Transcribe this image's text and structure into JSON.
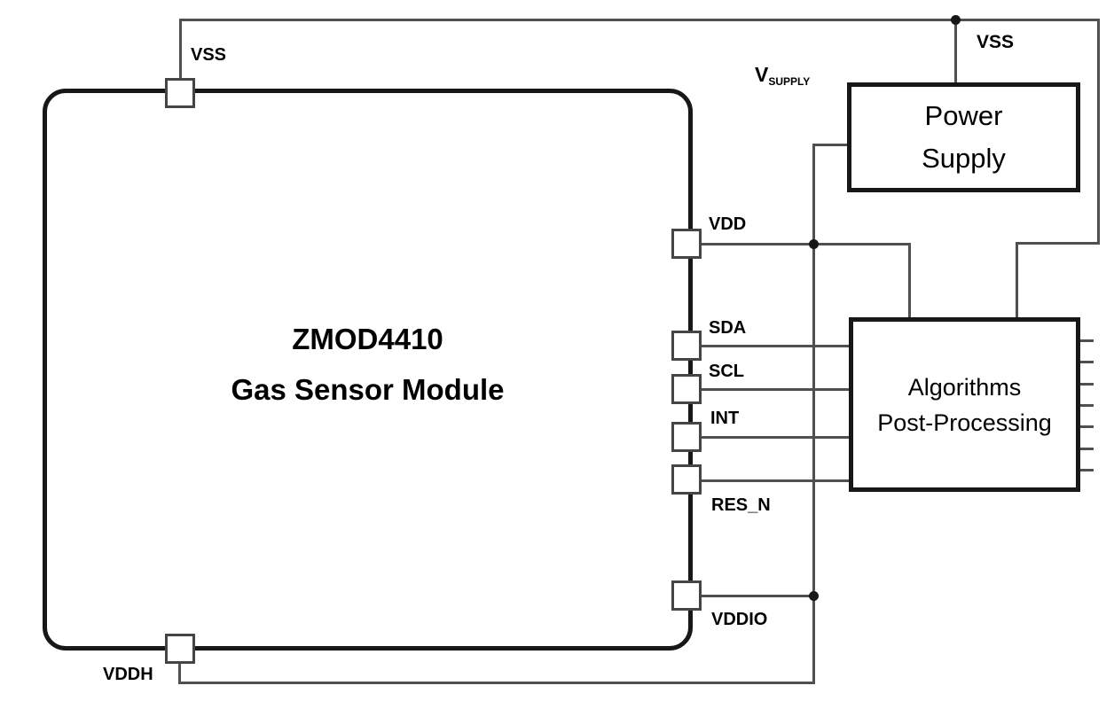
{
  "colors": {
    "background": "#ffffff",
    "wire": "#4f4f4f",
    "border": "#171717",
    "text": "#000000"
  },
  "module": {
    "title_line1": "ZMOD4410",
    "title_line2": "Gas Sensor Module",
    "pins": {
      "vss": "VSS",
      "vdd": "VDD",
      "sda": "SDA",
      "scl": "SCL",
      "int": "INT",
      "res_n": "RES_N",
      "vddio": "VDDIO",
      "vddh": "VDDH"
    }
  },
  "power_supply": {
    "label_line1": "Power",
    "label_line2": "Supply"
  },
  "algorithms": {
    "label_line1": "Algorithms",
    "label_line2": "Post-Processing",
    "port_tick_count": 7
  },
  "nets": {
    "vss_supply_label": "VSS",
    "vsupply_main": "V",
    "vsupply_sub": "SUPPLY"
  }
}
